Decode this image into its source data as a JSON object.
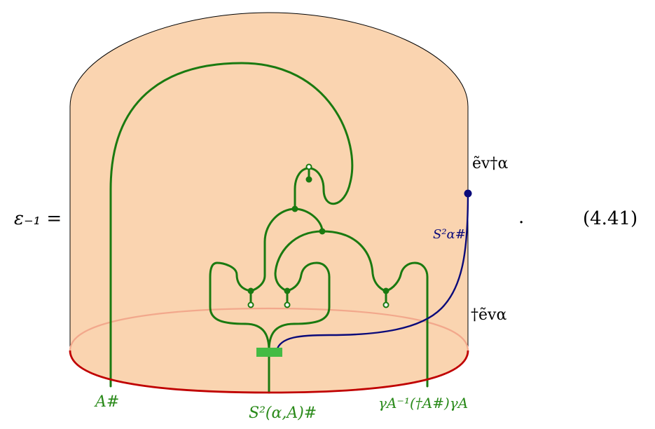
{
  "equation": {
    "lhs": "ε₋₁ =",
    "trailing_period": ".",
    "number": "(4.41)"
  },
  "labels": {
    "ev_dagger_top": "ẽv†α",
    "ev_dagger_bottom": "†ẽvα",
    "S2_alpha_sharp": "S²α#",
    "A_sharp": "A#",
    "S2_bottom": "S²(α,A)#",
    "gamma_label": "γA⁻¹(†A#)γA"
  },
  "colors": {
    "fill": "#fad4b0",
    "bottom_rim": "#c00000",
    "back_rim": "#f2a88c",
    "green_wire": "#1a7a10",
    "green_label": "#2a8a1a",
    "blue_wire": "#0a0a7a",
    "coupon": "#44bb44",
    "outline": "#000000"
  }
}
